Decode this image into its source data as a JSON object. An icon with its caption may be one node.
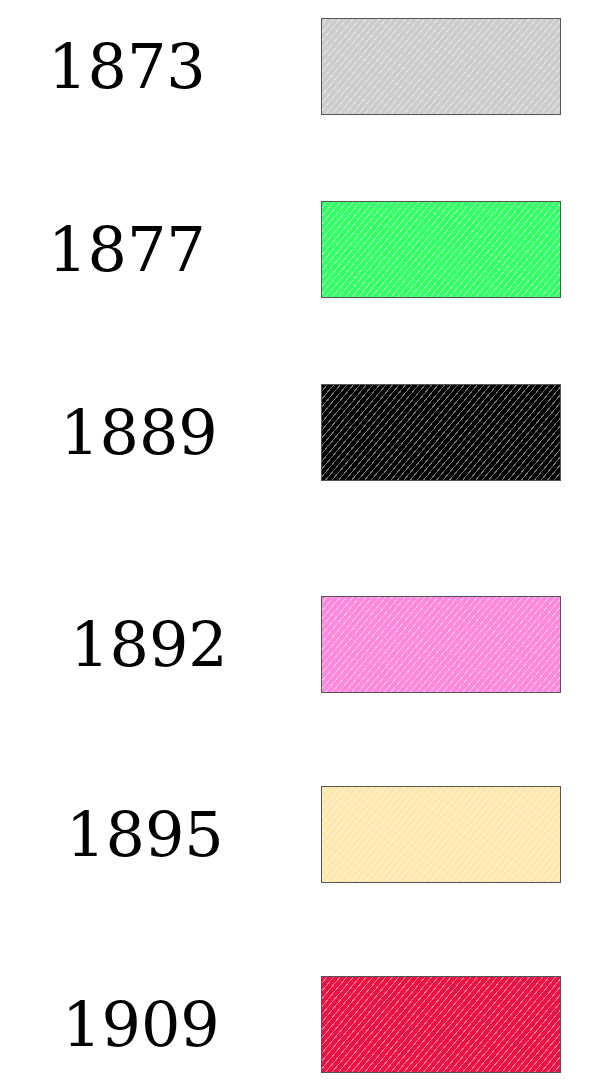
{
  "diagram": {
    "legend": [
      {
        "text": "1873",
        "color": "#cccccc"
      },
      {
        "text": "1877",
        "color": "#33ff66"
      },
      {
        "text": "1889",
        "color": "#000000"
      },
      {
        "text": "1892",
        "color": "#ff88dd"
      },
      {
        "text": "1895",
        "color": "#ffe8b0"
      },
      {
        "text": "1909",
        "color": "#ee1144"
      }
    ]
  }
}
